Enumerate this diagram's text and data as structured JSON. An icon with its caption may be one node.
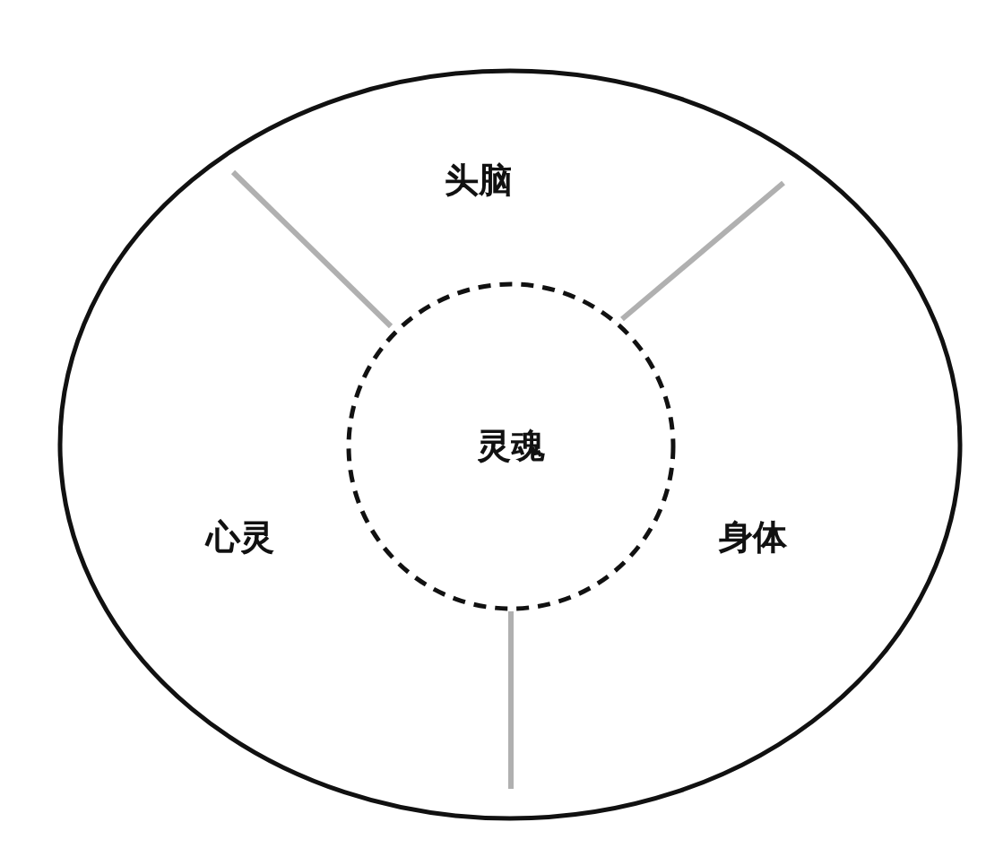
{
  "diagram": {
    "nodes": [
      {
        "text": [],
        "shape": "circle"
      },
      {
        "text": [
          "头脑"
        ],
        "in": 0
      },
      {
        "text": [
          "灵魂"
        ],
        "in": 0
      },
      {
        "text": [
          "心灵"
        ],
        "in": 0
      },
      {
        "text": [
          "身体"
        ],
        "in": 0
      }
    ]
  }
}
